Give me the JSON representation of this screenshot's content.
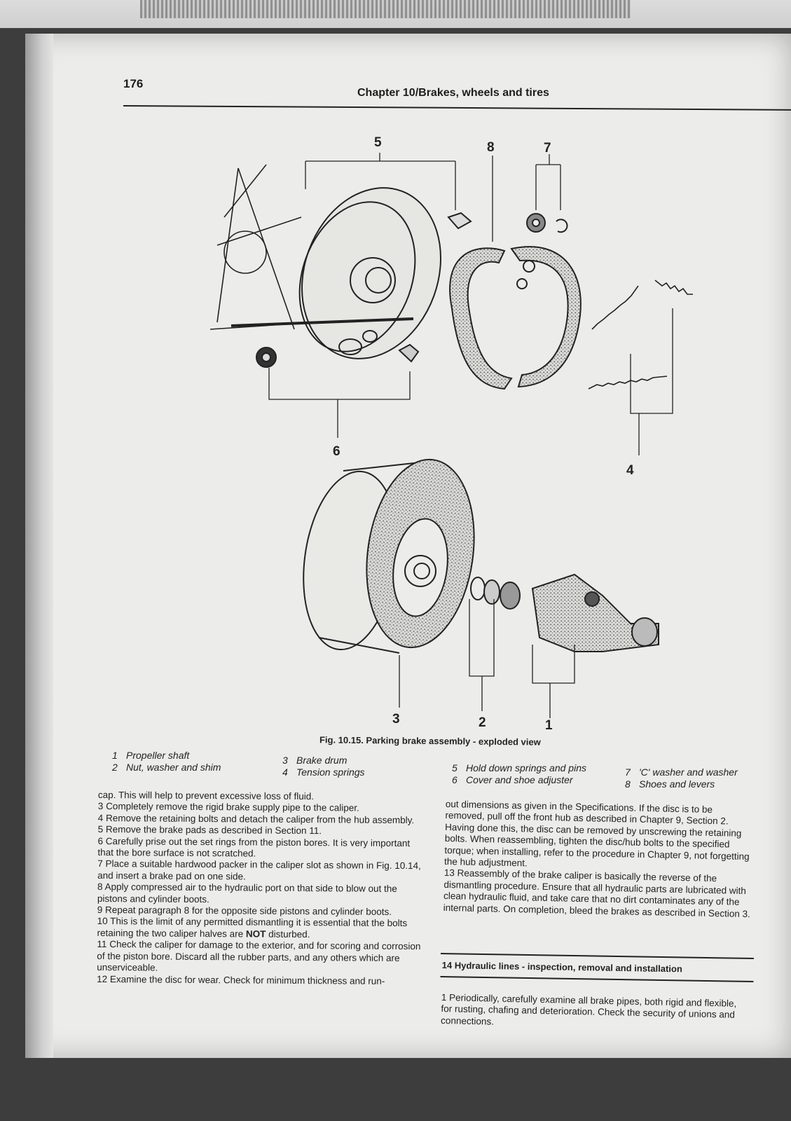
{
  "header": {
    "page_number": "176",
    "chapter_title": "Chapter 10/Brakes, wheels and tires"
  },
  "figure": {
    "callouts": [
      "5",
      "8",
      "7",
      "6",
      "4",
      "3",
      "2",
      "1"
    ],
    "caption": "Fig. 10.15. Parking brake assembly - exploded view",
    "legend": [
      {
        "num": "1",
        "label": "Propeller shaft"
      },
      {
        "num": "2",
        "label": "Nut, washer and shim"
      },
      {
        "num": "3",
        "label": "Brake drum"
      },
      {
        "num": "4",
        "label": "Tension springs"
      },
      {
        "num": "5",
        "label": "Hold down springs and pins"
      },
      {
        "num": "6",
        "label": "Cover and shoe adjuster"
      },
      {
        "num": "7",
        "label": "'C' washer and washer"
      },
      {
        "num": "8",
        "label": "Shoes and levers"
      }
    ]
  },
  "left_column": [
    "cap. This will help to prevent excessive loss of fluid.",
    "3   Completely remove the rigid brake supply pipe to the caliper.",
    "4   Remove the retaining bolts and detach the caliper from the hub assembly.",
    "5   Remove the brake pads as described in Section 11.",
    "6   Carefully prise out the set rings from the piston bores. It is very important that the bore surface is not scratched.",
    "7   Place a suitable hardwood packer in the caliper slot as shown in Fig. 10.14, and insert a brake pad on one side.",
    "8   Apply compressed air to the hydraulic port on that side to blow out the pistons and cylinder boots.",
    "9   Repeat paragraph 8 for the opposite side pistons and cylinder boots.",
    "11 Check the caliper for damage to the exterior, and for scoring and corrosion of the piston bore. Discard all the rubber parts, and any others which are unserviceable.",
    "12 Examine the disc for wear. Check for minimum thickness and run-"
  ],
  "para10": {
    "before": "10 This is the limit of any permitted dismantling it is essential that the bolts retaining the two caliper halves are ",
    "emphasis": "NOT",
    "after": " disturbed."
  },
  "right_column": [
    "out dimensions as given in the Specifications. If the disc is to be removed, pull off the front hub as described in Chapter 9, Section 2. Having done this, the disc can be removed by unscrewing the retaining bolts. When reassembling, tighten the disc/hub bolts to the specified torque; when installing, refer to the procedure in Chapter 9, not forgetting the hub adjustment.",
    "13 Reassembly of the brake caliper is basically the reverse of the dismantling procedure. Ensure that all hydraulic parts are lubricated with clean hydraulic fluid, and take care that no dirt contaminates any of the internal parts. On completion, bleed the brakes as described in Section 3."
  ],
  "section": {
    "heading": "14 Hydraulic lines - inspection, removal and installation",
    "paragraph": "1   Periodically, carefully examine all brake pipes, both rigid and flexible, for rusting, chafing and deterioration. Check the security of unions and connections."
  }
}
